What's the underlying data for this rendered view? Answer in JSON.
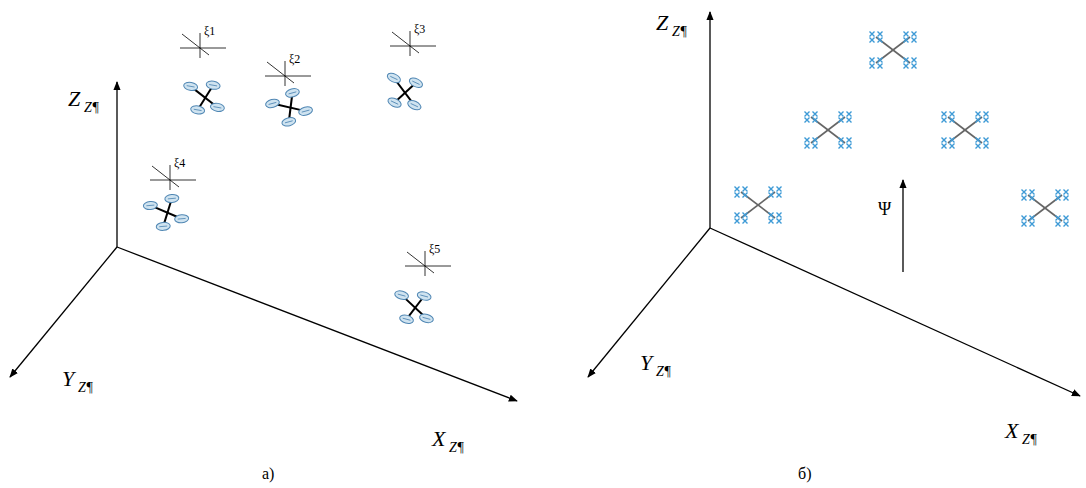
{
  "diagram": {
    "labels": [
      "Z",
      "Z¶",
      "Y",
      "Z¶",
      "X",
      "Z¶",
      "ξ1",
      "ξ2",
      "ξ3",
      "ξ4",
      "ξ5",
      "а)",
      "Z",
      "Z¶",
      "Y",
      "Z¶",
      "X",
      "Z¶",
      "Ψ",
      "б)"
    ]
  }
}
